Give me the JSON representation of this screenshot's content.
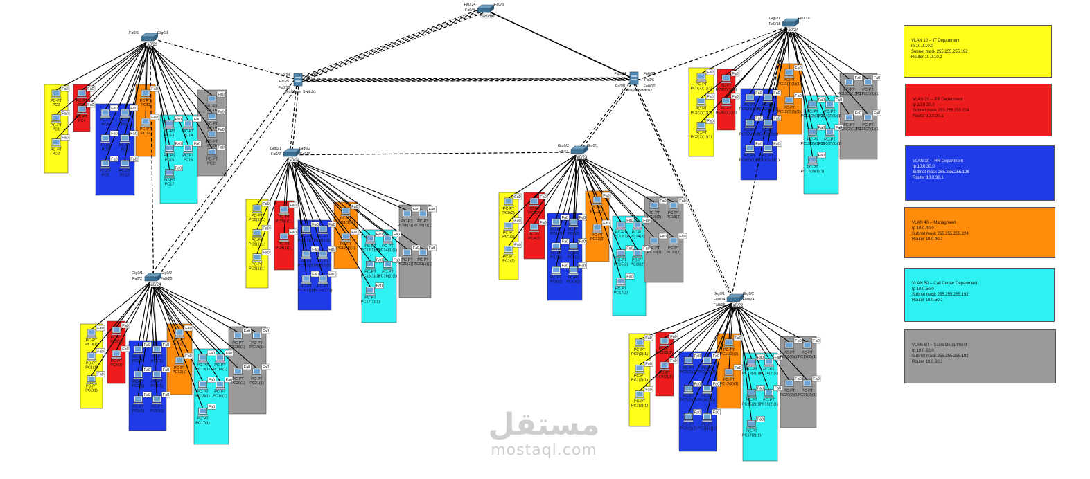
{
  "colors": {
    "it": "#ffff1a",
    "pr": "#ee1c1c",
    "hr": "#1f3be8",
    "management": "#ff8c0a",
    "callcenter": "#2ef2f2",
    "sales": "#9a9a9a",
    "link_solid": "#000000",
    "link_trunk": "#000000",
    "port_dot": "#22cc22"
  },
  "icons": {
    "switch": "switch-icon",
    "multilayer": "multilayer-switch-icon",
    "pc": "pc-icon"
  },
  "legend": [
    {
      "key": "vlan10",
      "color": "it",
      "lines": [
        "VLAN 10 -- IT Department",
        "Ip 10.0.10.0",
        "Subnet mask 255.255.255.192",
        "Router 10.0.10.1"
      ]
    },
    {
      "key": "vlan20",
      "color": "pr",
      "lines": [
        "VLAN 20 -- PR Department",
        "Ip 10.0.20.0",
        "Subnet mask 255.255.255.224",
        "Router 10.0.20.1"
      ]
    },
    {
      "key": "vlan30",
      "color": "hr",
      "lines": [
        "VLAN 30 -- HR Department",
        "Ip 10.0.30.0",
        "Subnet mask 255.255.255.128",
        "Router 10.0.30.1"
      ]
    },
    {
      "key": "vlan40",
      "color": "management",
      "lines": [
        "VLAN 40 -- Managment",
        "Ip 10.0.40.0",
        "Subnet mask 255.255.255.224",
        "Router 10.0.40.1"
      ]
    },
    {
      "key": "vlan50",
      "color": "callcenter",
      "lines": [
        "VLAN 50 -- Call Center Department",
        "Ip 10.0.50.0",
        "Subnet mask 255.255.255.192",
        "Router 10.0.50.1"
      ]
    },
    {
      "key": "vlan60",
      "color": "sales",
      "lines": [
        "VLAN 60 -- Sales Department",
        "Ip 10.0.60.0",
        "Subnet mask 255.255.255.192",
        "Router 10.0.60.1"
      ]
    }
  ],
  "devices": {
    "core": {
      "label": "Switch0",
      "ports": [
        "Fa0/24",
        "Fa0/8",
        "Fa0/4"
      ]
    },
    "ml_left": {
      "label": "Multilayer Switch1",
      "ports": [
        "Fa0/14",
        "Fa0/6",
        "Fa0/5",
        "Fa0/10",
        "Fa0/12"
      ]
    },
    "ml_right": {
      "label": "Multilayer Switch2",
      "ports": [
        "Fa0/14",
        "Fa0/12",
        "Fa0/5",
        "Fa0/6",
        "Fa0/8",
        "Fa0/10"
      ]
    }
  },
  "clusters": [
    {
      "key": "c1",
      "switch": "Fa0/23",
      "ports": [
        "Fa0/5",
        "Gig0/1"
      ],
      "pcs": [
        [
          "PC0",
          "PC1",
          "PC2"
        ],
        [
          "PC3",
          "PC4"
        ],
        [
          "PC5",
          "PC6",
          "PC7",
          "PC8",
          "PC9",
          "PC10"
        ],
        [
          "PC11",
          "PC12"
        ],
        [
          "PC13",
          "PC14",
          "PC15",
          "PC16",
          "PC17"
        ],
        [
          "PC18",
          "PC19",
          "PC20",
          "PC21"
        ]
      ]
    },
    {
      "key": "c2",
      "switch": "Fa0/24",
      "ports": [
        "Gig0/1",
        "Gig0/2",
        "Fa0/2",
        "Fa0/7"
      ],
      "pcs": [
        [
          "PC0(1)(1)",
          "PC1(1)(1)",
          "PC2(1)(1)"
        ],
        [
          "PC3(1)(1)",
          "PC4(1)(1)"
        ],
        [
          "PC5(1)(1)",
          "PC6(1)(1)",
          "PC7(1)(1)",
          "PC8(1)(1)",
          "PC9(1)(1)",
          "PC10(1)(1)"
        ],
        [
          "PC11(1)(1)",
          "PC12(1)(1)"
        ],
        [
          "PC13(1)(1)",
          "PC14(1)(1)",
          "PC15(1)(1)",
          "PC16(1)(1)",
          "PC17(1)(1)"
        ],
        [
          "PC18(1)(1)",
          "PC19(1)(1)",
          "PC20(1)(1)",
          "PC21(1)(1)"
        ]
      ]
    },
    {
      "key": "c3",
      "switch": "Fa0/24",
      "ports": [
        "Gig0/1",
        "Gig0/2",
        "Fa0/2",
        "Fa0/23"
      ],
      "pcs": [
        [
          "PC0(1)",
          "PC1(1)",
          "PC2(1)"
        ],
        [
          "PC3(1)",
          "PC4(1)"
        ],
        [
          "PC5(1)",
          "PC6(1)",
          "PC7(1)",
          "PC8(1)",
          "PC9(1)",
          "PC10(1)"
        ],
        [
          "PC11(1)",
          "PC12(1)"
        ],
        [
          "PC13(1)",
          "PC14(1)",
          "PC15(1)",
          "PC16(1)",
          "PC17(1)"
        ],
        [
          "PC18(1)",
          "PC19(1)",
          "PC20(1)",
          "PC21(1)"
        ]
      ]
    },
    {
      "key": "c4",
      "switch": "Fa0/23",
      "ports": [
        "Gig0/2",
        "Gig0/1",
        "Fa0/2"
      ],
      "pcs": [
        [
          "PC0(2)",
          "PC1(2)",
          "PC2(2)"
        ],
        [
          "PC3(2)",
          "PC4(2)"
        ],
        [
          "PC5(2)",
          "PC6(2)",
          "PC7(2)",
          "PC8(2)",
          "PC9(2)",
          "PC10(2)"
        ],
        [
          "PC11(2)",
          "PC12(2)"
        ],
        [
          "PC13(2)",
          "PC14(2)",
          "PC15(2)",
          "PC16(2)",
          "PC17(2)"
        ],
        [
          "PC18(2)",
          "PC19(2)",
          "PC20(2)",
          "PC21(2)"
        ]
      ]
    },
    {
      "key": "c5",
      "switch": "Fa0/24",
      "ports": [
        "Gig0/1",
        "Fa0/19",
        "Fa0/15"
      ],
      "pcs": [
        [
          "PC0(2)(1)(1)",
          "PC1(2)(1)(1)",
          "PC2(2)(1)(1)"
        ],
        [
          "PC3(2)(1)(1)",
          "PC4(2)(1)(1)"
        ],
        [
          "PC5(2)(1)(1)",
          "PC6(2)(1)(1)",
          "PC7(2)(1)(1)",
          "PC8(2)(1)(1)",
          "PC9(2)(1)(1)",
          "PC10(2)(1)(1)"
        ],
        [
          "PC11(2)(1)(1)",
          "PC12(2)(1)(1)"
        ],
        [
          "PC13(2)(1)(1)",
          "PC14(2)(1)(1)",
          "PC15(2)(1)(1)",
          "PC16(2)(1)(1)",
          "PC17(2)(1)(1)"
        ],
        [
          "PC18(2)(1)(1)",
          "PC19(2)(1)(1)",
          "PC20(2)(1)(1)",
          "PC21(2)(1)(1)"
        ]
      ]
    },
    {
      "key": "c6",
      "switch": "Fa0/22",
      "ports": [
        "Gig0/1",
        "Gig0/2",
        "Fa0/14",
        "Fa0/24",
        "Fa0/15"
      ],
      "pcs": [
        [
          "PC0(2)(1)",
          "PC1(2)(1)",
          "PC2(2)(1)"
        ],
        [
          "PC3(2)(1)",
          "PC4(2)(1)"
        ],
        [
          "PC5(2)(1)",
          "PC6(2)(1)",
          "PC7(2)(1)",
          "PC8(2)(1)",
          "PC9(2)(1)",
          "PC10(2)(1)"
        ],
        [
          "PC11(2)(1)",
          "PC12(2)(1)"
        ],
        [
          "PC13(2)(1)",
          "PC14(2)(1)",
          "PC15(2)(1)",
          "PC16(2)(1)",
          "PC17(2)(1)"
        ],
        [
          "PC18(2)(1)",
          "PC19(2)(1)",
          "PC20(2)(1)",
          "PC21(2)(1)"
        ]
      ]
    }
  ],
  "pc_type": "PC-PT",
  "pc_port": "Fa0",
  "watermark": {
    "arabic": "مستقل",
    "latin": "mostaql.com"
  }
}
